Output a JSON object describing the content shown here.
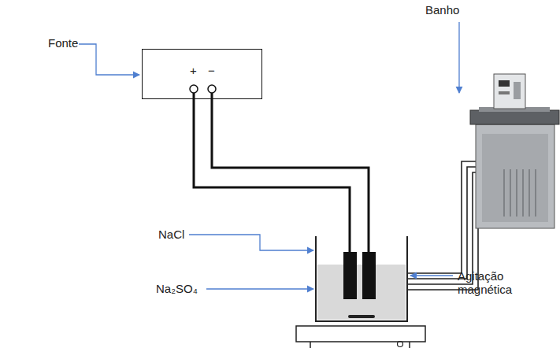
{
  "diagram": {
    "nodes": [
      {
        "text": [
          "+",
          "−"
        ]
      }
    ],
    "labels": [
      "Fonte",
      "Banho",
      "NaCl",
      "Na₂SO₄",
      "Agitação magnética"
    ]
  }
}
